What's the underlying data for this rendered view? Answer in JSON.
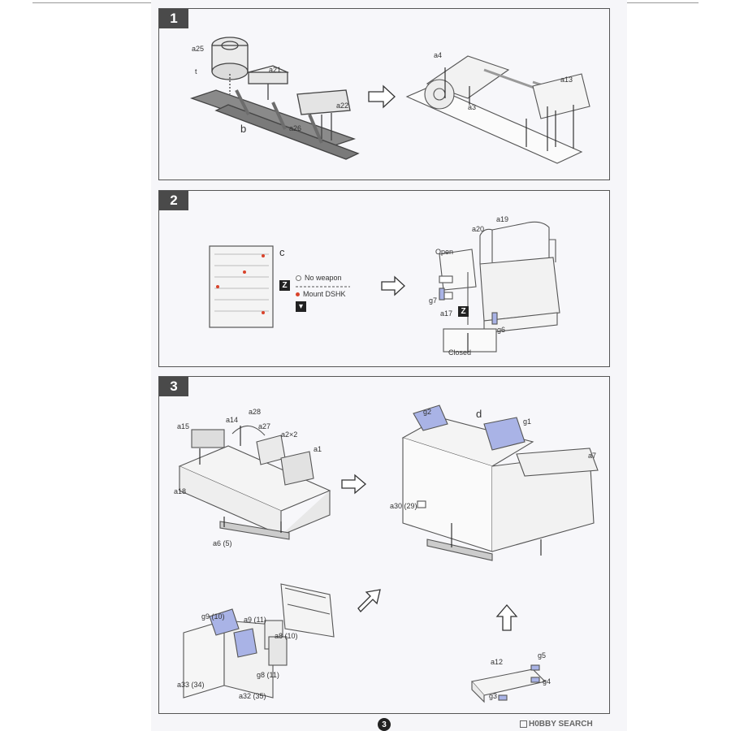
{
  "page": {
    "number": "3"
  },
  "watermark": "H0BBY SEARCH",
  "colors": {
    "panel_border": "#555555",
    "badge": "#4a4a4a",
    "red_dot": "#d9432b",
    "blue_part": "#a9b3e6"
  },
  "steps": [
    {
      "number": "1",
      "labels": {
        "a25": "a25",
        "t": "t",
        "a21": "a21",
        "a22": "a22",
        "a26": "a26",
        "b": "b",
        "a4": "a4",
        "a13": "a13",
        "a3": "a3"
      }
    },
    {
      "number": "2",
      "labels": {
        "c": "c",
        "a19": "a19",
        "a20": "a20",
        "open": "Open",
        "g7": "g7",
        "a17": "a17",
        "g6": "g6",
        "closed": "Closed"
      },
      "legend": {
        "no_weapon": "No weapon",
        "mount": "Mount DSHK"
      }
    },
    {
      "number": "3",
      "labels": {
        "a15": "a15",
        "a14": "a14",
        "a28": "a28",
        "a27": "a27",
        "a2x2": "a2×2",
        "a1": "a1",
        "a18": "a18",
        "a6": "a6 (5)",
        "g2": "g2",
        "d": "d",
        "g1": "g1",
        "a7": "a7",
        "a30": "a30 (29)",
        "g9": "g9 (10)",
        "a9": "a9 (11)",
        "a8": "a8 (10)",
        "g8": "g8 (11)",
        "a33": "a33 (34)",
        "a32": "a32 (35)",
        "a12": "a12",
        "g5": "g5",
        "g4": "g4",
        "g3": "g3"
      }
    }
  ]
}
